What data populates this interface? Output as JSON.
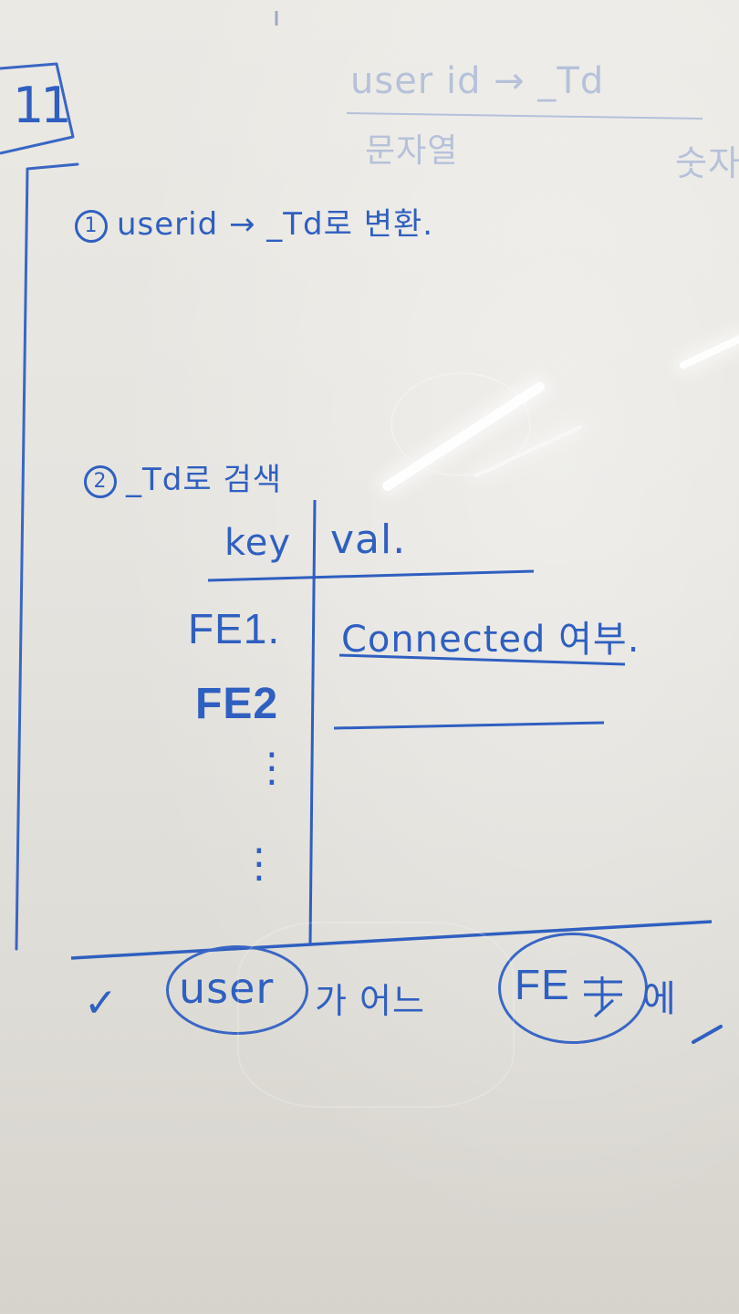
{
  "whiteboard": {
    "corner_number": "11",
    "top_right_faded": {
      "line1": "user id → _Td",
      "line2": "문자열",
      "right_fragment": "숫자"
    },
    "step1": {
      "number": "1",
      "text": "userid → _Td로 변환."
    },
    "step2": {
      "number": "2",
      "text": "_Td로 검색"
    },
    "table": {
      "header_key": "key",
      "header_val": "val.",
      "rows": [
        {
          "key": "FE1.",
          "val": "Connected 여부."
        },
        {
          "key": "FE2",
          "val": ""
        }
      ],
      "ellipsis": "⋮"
    },
    "footer": {
      "check": "✓",
      "circled_word": "user",
      "middle_text": "가 어느",
      "circled_tail": "FE",
      "after_circle": "에"
    }
  },
  "colors": {
    "marker_blue": "#2f5fc0",
    "board": "#e8e6e1"
  }
}
